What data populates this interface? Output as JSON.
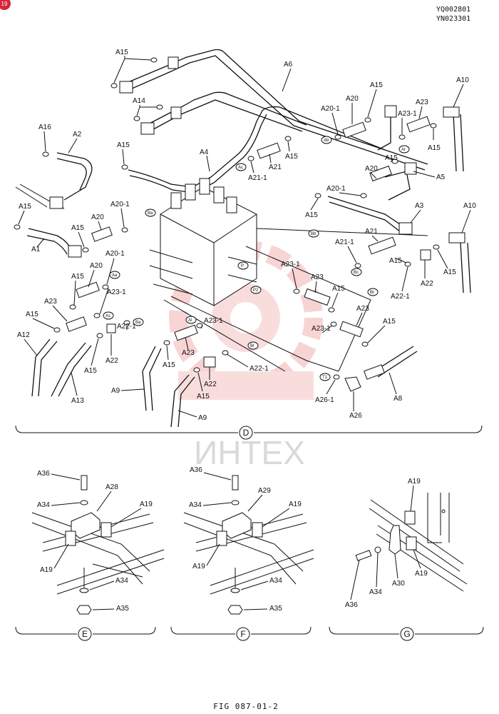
{
  "header": {
    "code1": "YQ002801",
    "code2": "YN023301",
    "corner_badge": "19"
  },
  "watermark": "ИНТЕХ",
  "figure_number": "FIG 087-01-2",
  "sections": {
    "d": "D",
    "e": "E",
    "f": "F",
    "g": "G"
  },
  "port_marks": {
    "ab": "Ab",
    "ac": "Ac",
    "ar": "Ar",
    "bb": "Bb",
    "bc": "Bc",
    "br": "Br",
    "aa": "Aa",
    "as": "As",
    "ba": "Ba",
    "al": "Al",
    "bl": "Bl",
    "p1": "P",
    "p2": "P2",
    "t1": "T1"
  },
  "labels": {
    "a1": "A1",
    "a2": "A2",
    "a3": "A3",
    "a4": "A4",
    "a5": "A5",
    "a6": "A6",
    "a8": "A8",
    "a9": "A9",
    "a10": "A10",
    "a12": "A12",
    "a13": "A13",
    "a14": "A14",
    "a15": "A15",
    "a16": "A16",
    "a19": "A19",
    "a20": "A20",
    "a20_1": "A20-1",
    "a21": "A21",
    "a21_1": "A21-1",
    "a22": "A22",
    "a22_1": "A22-1",
    "a23": "A23",
    "a23_1": "A23-1",
    "a26": "A26",
    "a26_1": "A26-1",
    "a28": "A28",
    "a29": "A29",
    "a30": "A30",
    "a34": "A34",
    "a35": "A35",
    "a36": "A36"
  }
}
